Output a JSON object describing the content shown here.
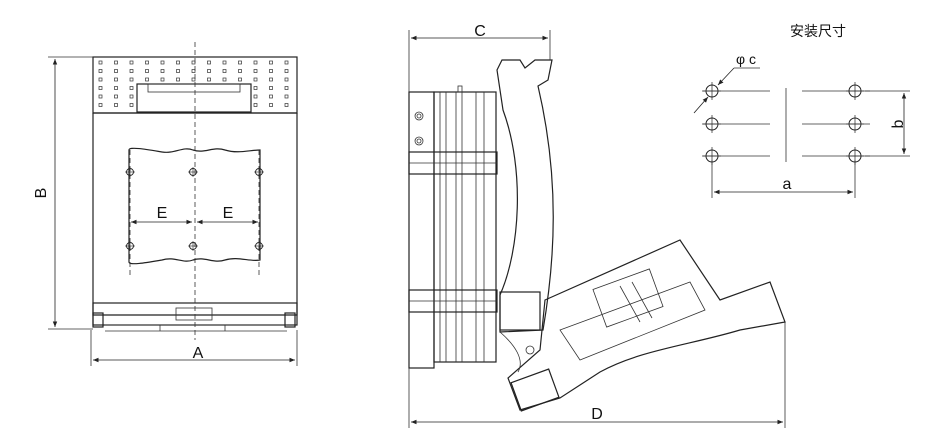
{
  "labels": {
    "A": "A",
    "B": "B",
    "C": "C",
    "D": "D",
    "E1": "E",
    "E2": "E",
    "mount_title": "安装尺寸",
    "phi_c": "φ c",
    "a": "a",
    "b": "b"
  },
  "colors": {
    "line": "#222222",
    "background": "#ffffff"
  }
}
